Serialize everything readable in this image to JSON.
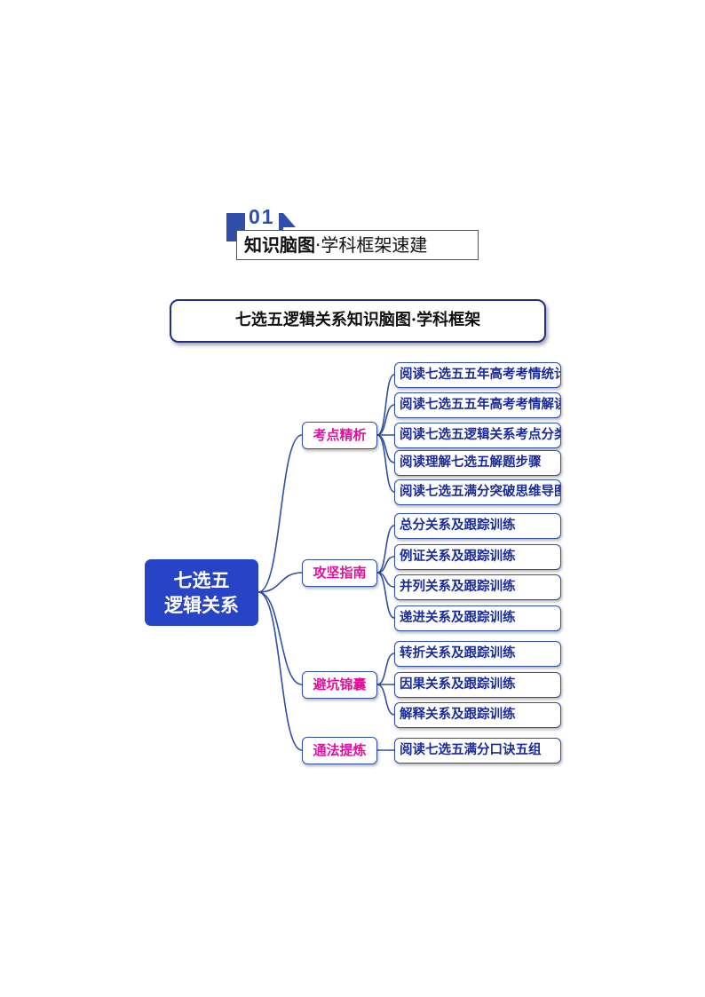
{
  "section": {
    "number": "01",
    "title_bold": "知识脑图",
    "title_rest": "·学科框架速建"
  },
  "title": "七选五逻辑关系知识脑图·学科框架",
  "mindmap": {
    "root": {
      "line1": "七选五",
      "line2": "逻辑关系"
    },
    "categories": [
      {
        "label": "考点精析",
        "items": [
          "阅读七选五五年高考考情统计",
          "阅读七选五五年高考考情解读",
          "阅读七选五逻辑关系考点分类",
          "阅读理解七选五解题步骤",
          "阅读七选五满分突破思维导图"
        ]
      },
      {
        "label": "攻坚指南",
        "items": [
          "总分关系及跟踪训练",
          "例证关系及跟踪训练",
          "并列关系及跟踪训练",
          "递进关系及跟踪训练"
        ]
      },
      {
        "label": "避坑锦囊",
        "items": [
          "转折关系及跟踪训练",
          "因果关系及跟踪训练",
          "解释关系及跟踪训练"
        ]
      },
      {
        "label": "通法提炼",
        "items": [
          "阅读七选五满分口诀五组"
        ]
      }
    ]
  },
  "colors": {
    "root_fill": "#2743c6",
    "connector": "#2f4fa8",
    "category_text": "#e5109a",
    "leaf_text": "#1a2b9a",
    "title_border": "#1e2f8a"
  }
}
